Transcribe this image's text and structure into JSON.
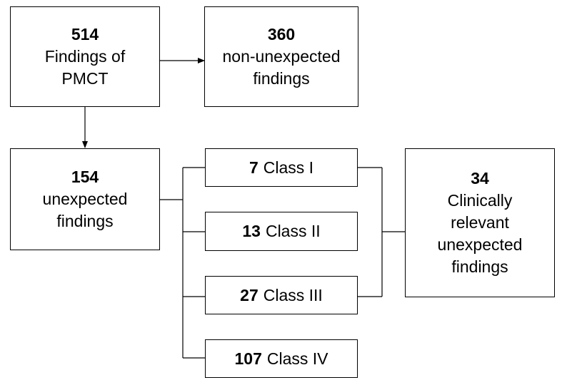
{
  "boxes": {
    "pmct": {
      "count": "514",
      "lines": [
        "Findings of",
        "PMCT"
      ]
    },
    "non_unexpected": {
      "count": "360",
      "lines": [
        "non-unexpected",
        "findings"
      ]
    },
    "unexpected": {
      "count": "154",
      "lines": [
        "unexpected",
        "findings"
      ]
    },
    "class1": {
      "count": "7",
      "label": "Class I"
    },
    "class2": {
      "count": "13",
      "label": "Class II"
    },
    "class3": {
      "count": "27",
      "label": "Class III"
    },
    "class4": {
      "count": "107",
      "label": "Class IV"
    },
    "relevant": {
      "count": "34",
      "lines": [
        "Clinically",
        "relevant",
        "unexpected",
        "findings"
      ]
    }
  }
}
